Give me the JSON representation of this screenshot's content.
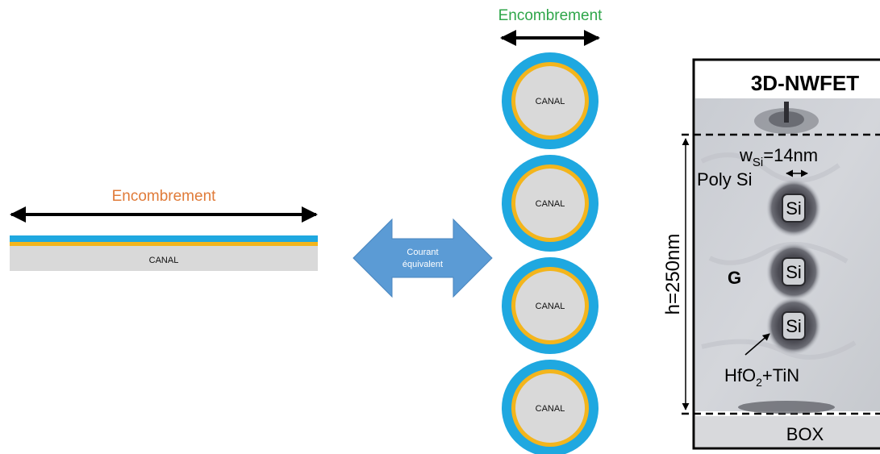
{
  "left": {
    "label": "Encombrement",
    "channel_label": "CANAL"
  },
  "middle_arrow": {
    "line1": "Courant",
    "line2": "équivalent"
  },
  "right": {
    "label": "Encombrement",
    "channel_label": "CANAL",
    "wire_count": 4
  },
  "micrograph": {
    "title": "3D-NWFET",
    "width_label_main": "w",
    "width_label_sub": "Si",
    "width_label_value": "=14nm",
    "poly_label": "Poly Si",
    "si_label": "Si",
    "gate_label": "G",
    "height_label": "h=250nm",
    "dielectric_main": "HfO",
    "dielectric_sub": "2",
    "dielectric_rest": "+TiN",
    "box_label": "BOX"
  },
  "colors": {
    "left_label": "#e07b39",
    "right_label": "#2fa64a",
    "blue_layer": "#1fa8e0",
    "gold_layer": "#f3b51c",
    "canal_fill": "#d9d9d9",
    "arrow_fill": "#5b9bd5"
  }
}
